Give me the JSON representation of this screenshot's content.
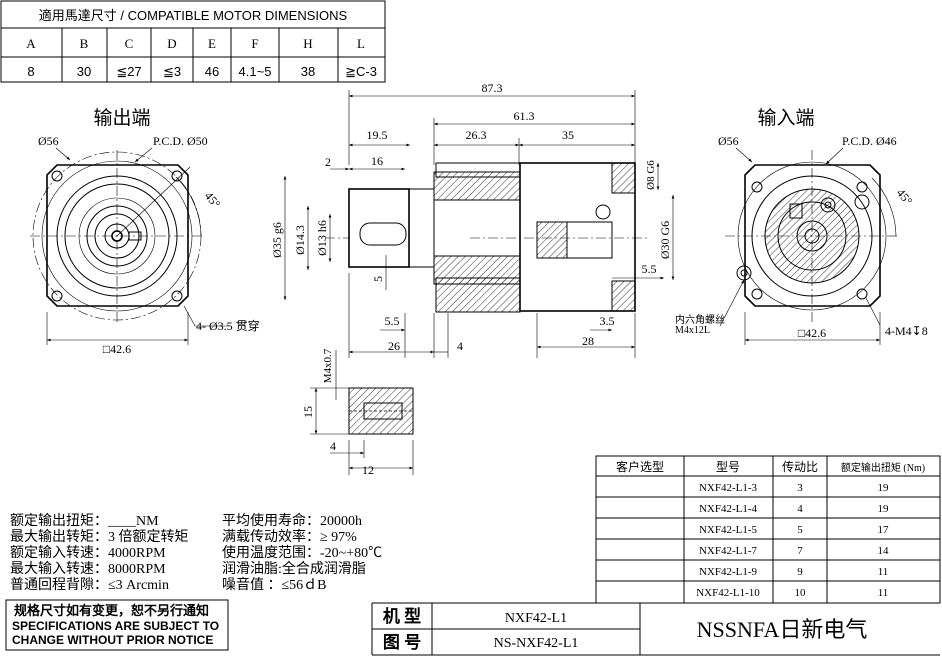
{
  "compat": {
    "title": "適用馬達尺寸 / COMPATIBLE MOTOR DIMENSIONS",
    "headers": [
      "A",
      "B",
      "C",
      "D",
      "E",
      "F",
      "H",
      "L"
    ],
    "values": [
      "8",
      "30",
      "≦27",
      "≦3",
      "46",
      "4.1~5",
      "38",
      "≧C-3"
    ]
  },
  "views": {
    "output_title": "输出端",
    "input_title": "输入端"
  },
  "output_view": {
    "dia56": "Ø56",
    "pcd": "P.C.D. Ø50",
    "angle": "45°",
    "holes": "4- Ø3.5 贯穿",
    "square": "□42.6"
  },
  "input_view": {
    "dia56": "Ø56",
    "pcd": "P.C.D. Ø46",
    "angle": "45°",
    "screw_label_1": "内六角螺丝",
    "screw_label_2": "M4x12L",
    "square": "□42.6",
    "threads": "4-M4↧8"
  },
  "side_view": {
    "d87_3": "87.3",
    "d61_3": "61.3",
    "d19_5": "19.5",
    "d26_3": "26.3",
    "d35": "35",
    "d2": "2",
    "d16": "16",
    "d35g6": "Ø35 g6",
    "d14_3": "Ø14.3",
    "d13h6": "Ø13 h6",
    "d5": "5",
    "d8g6": "Ø8 G6",
    "d30g6": "Ø30 G6",
    "d5_5r": "5.5",
    "d5_5": "5.5",
    "d3_5": "3.5",
    "d26": "26",
    "d4": "4",
    "d28": "28"
  },
  "key_view": {
    "m4": "M4x0.7",
    "d15": "15",
    "d4": "4",
    "d12": "12"
  },
  "spec_table": {
    "headers": [
      "客户选型",
      "型号",
      "传动比",
      "额定输出扭矩 (Nm)"
    ],
    "rows": [
      [
        "",
        "NXF42-L1-3",
        "3",
        "19"
      ],
      [
        "",
        "NXF42-L1-4",
        "4",
        "19"
      ],
      [
        "",
        "NXF42-L1-5",
        "5",
        "17"
      ],
      [
        "",
        "NXF42-L1-7",
        "7",
        "14"
      ],
      [
        "",
        "NXF42-L1-9",
        "9",
        "11"
      ],
      [
        "",
        "NXF42-L1-10",
        "10",
        "11"
      ]
    ]
  },
  "specs": {
    "left": [
      "额定输出扭矩：____NM",
      "最大输出转矩：3 倍额定转矩",
      "额定输入转速：4000RPM",
      "最大输入转速：8000RPM",
      "普通回程背隙：≤3 Arcmin"
    ],
    "right": [
      "平均使用寿命：20000h",
      "满载传动效率：≥ 97%",
      "使用温度范围：-20~+80℃",
      "润滑油脂:全合成润滑脂",
      "噪音值         ：≤56ｄB"
    ]
  },
  "notice": {
    "cn": "规格尺寸如有变更，恕不另行通知",
    "en1": "SPECIFICATIONS ARE SUBJECT TO",
    "en2": "CHANGE WITHOUT PRIOR NOTICE"
  },
  "title_block": {
    "model_label": "机 型",
    "model_value": "NXF42-L1",
    "drawing_label": "图 号",
    "drawing_value": "NS-NXF42-L1",
    "company": "NSSNFA日新电气"
  }
}
